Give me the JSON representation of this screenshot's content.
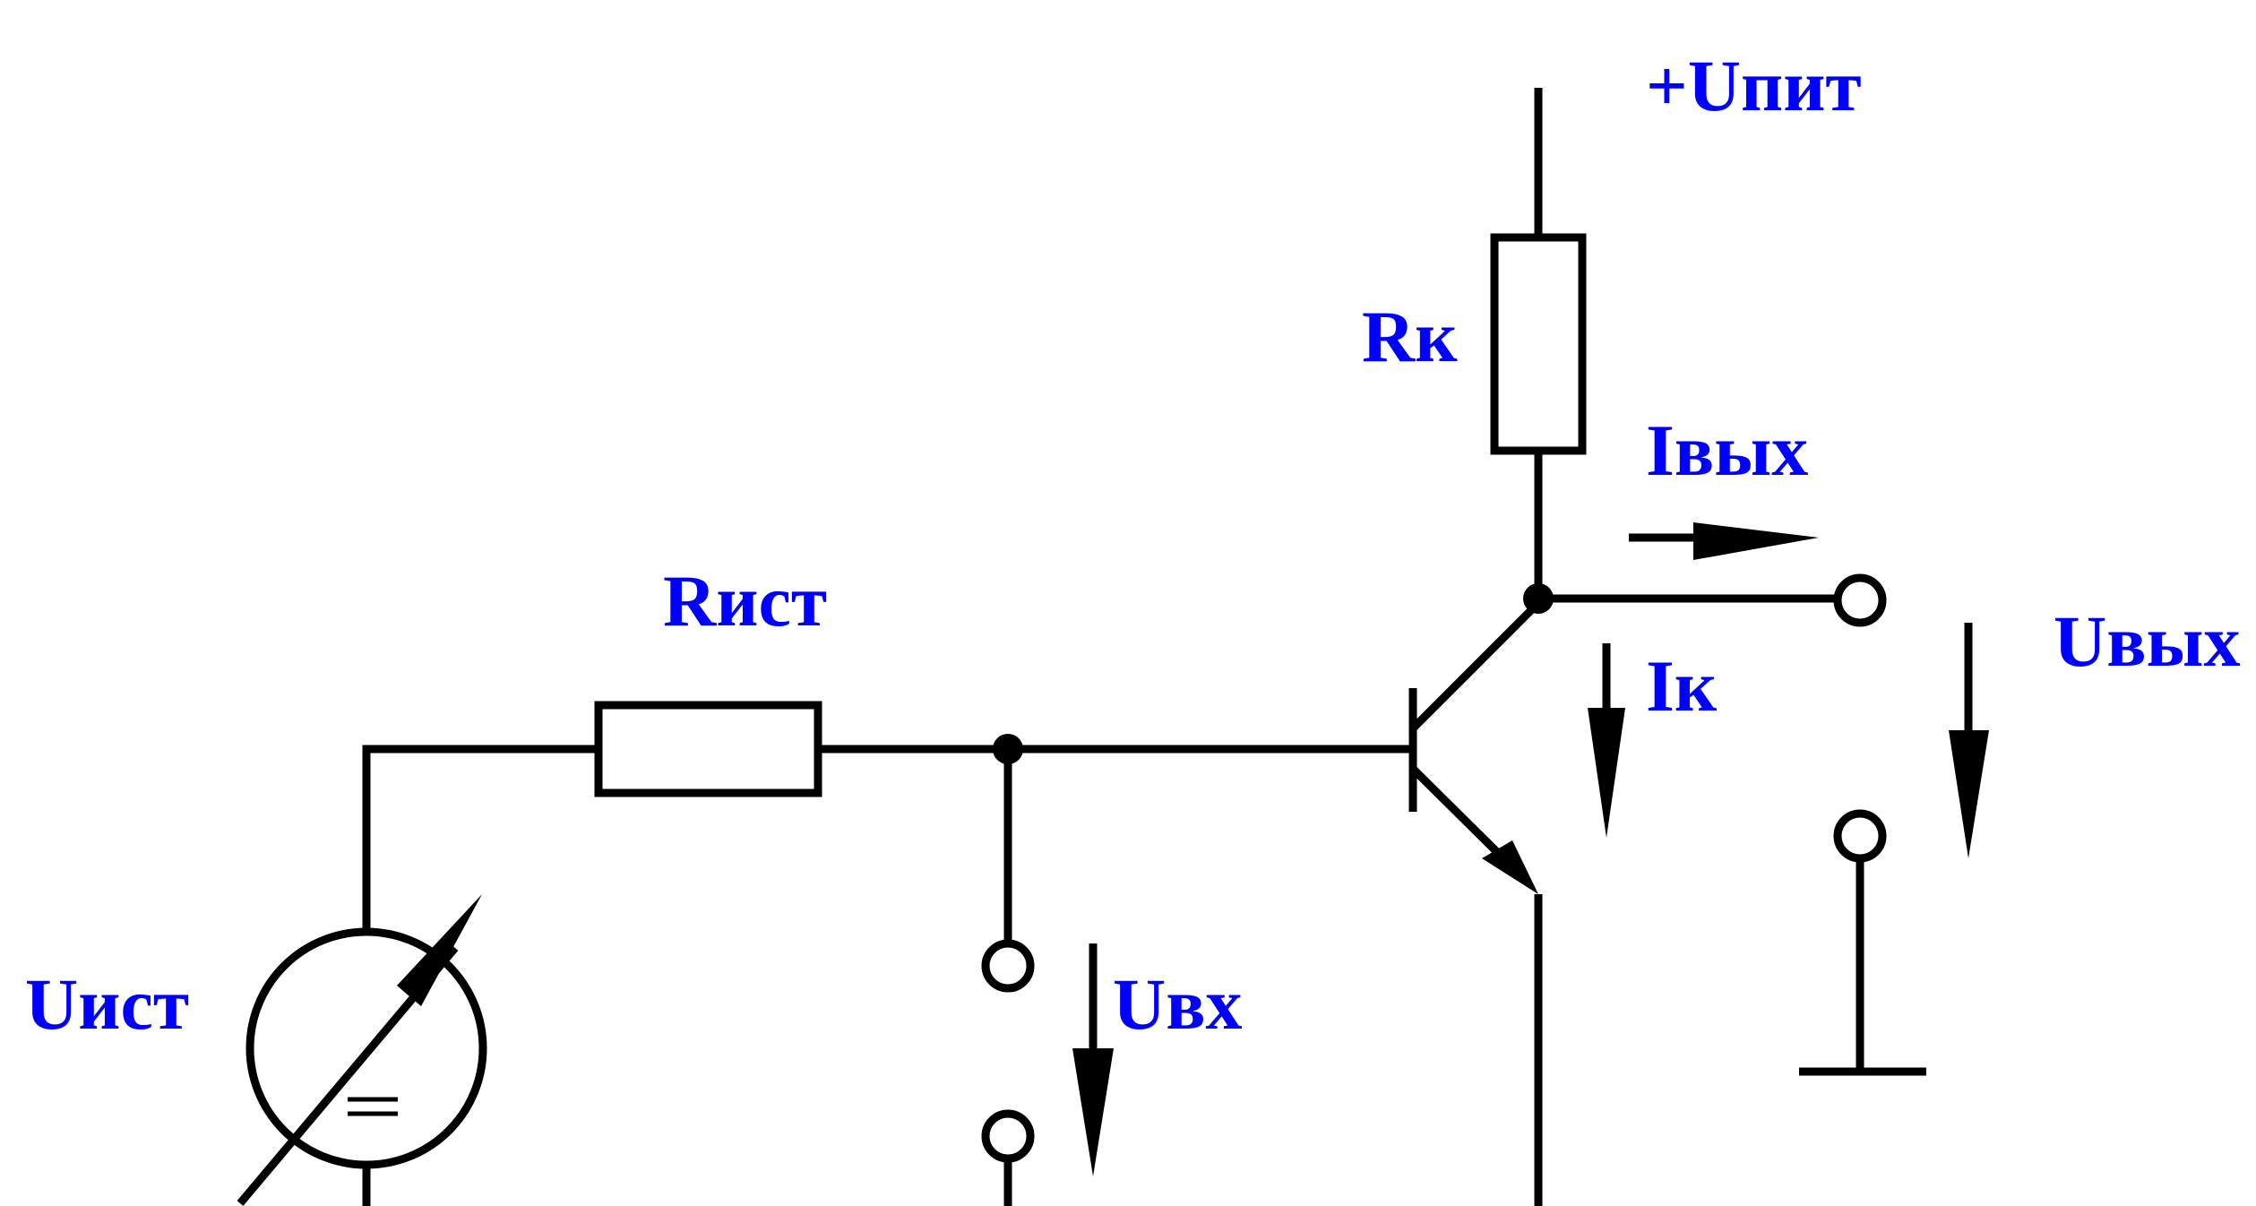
{
  "colors": {
    "wire": "#000000",
    "label": "#0000ff",
    "background": "#ffffff"
  },
  "labels": {
    "supply": "+Uпит",
    "rk": "Rк",
    "iout": "Iвых",
    "rist": "Rист",
    "ik": "Iк",
    "uout": "Uвых",
    "uist": "Uист",
    "uin": "Uвх"
  },
  "components": {
    "source": "adjustable-voltage-source",
    "source_symbol": "=",
    "transistor": "npn-transistor",
    "resistor_collector": "resistor",
    "resistor_source": "resistor"
  }
}
